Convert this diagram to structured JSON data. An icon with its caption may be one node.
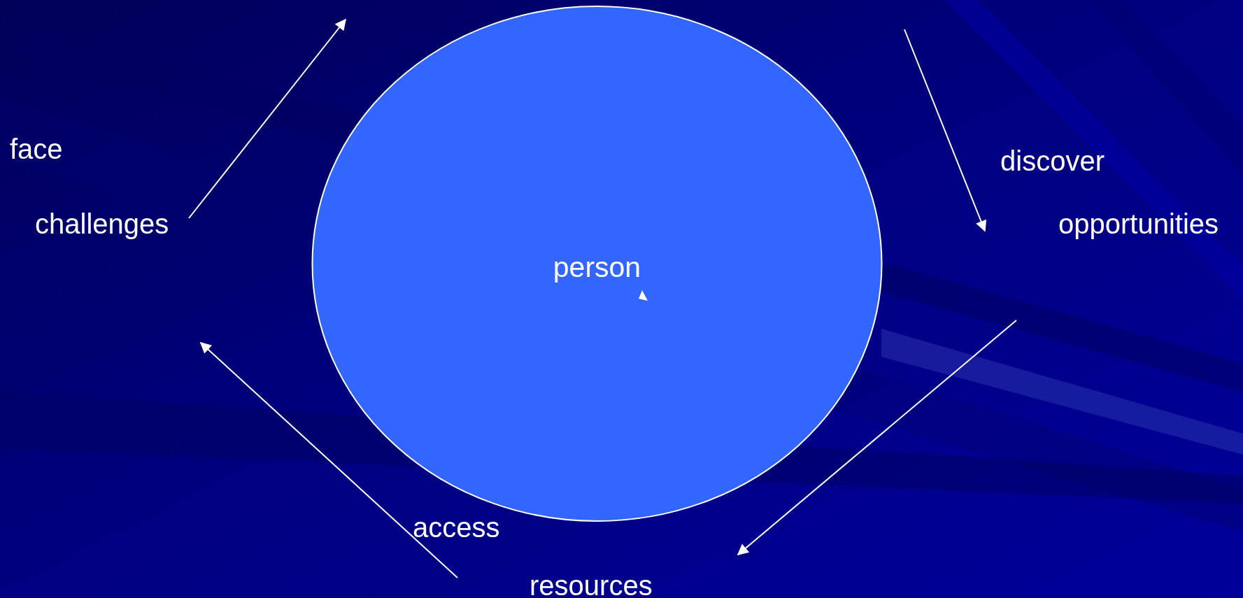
{
  "diagram": {
    "nodes": [
      {
        "text": [
          "person"
        ]
      }
    ],
    "labels": [
      "face",
      "challenges",
      "discover",
      "opportunities",
      "access",
      "resources"
    ]
  }
}
